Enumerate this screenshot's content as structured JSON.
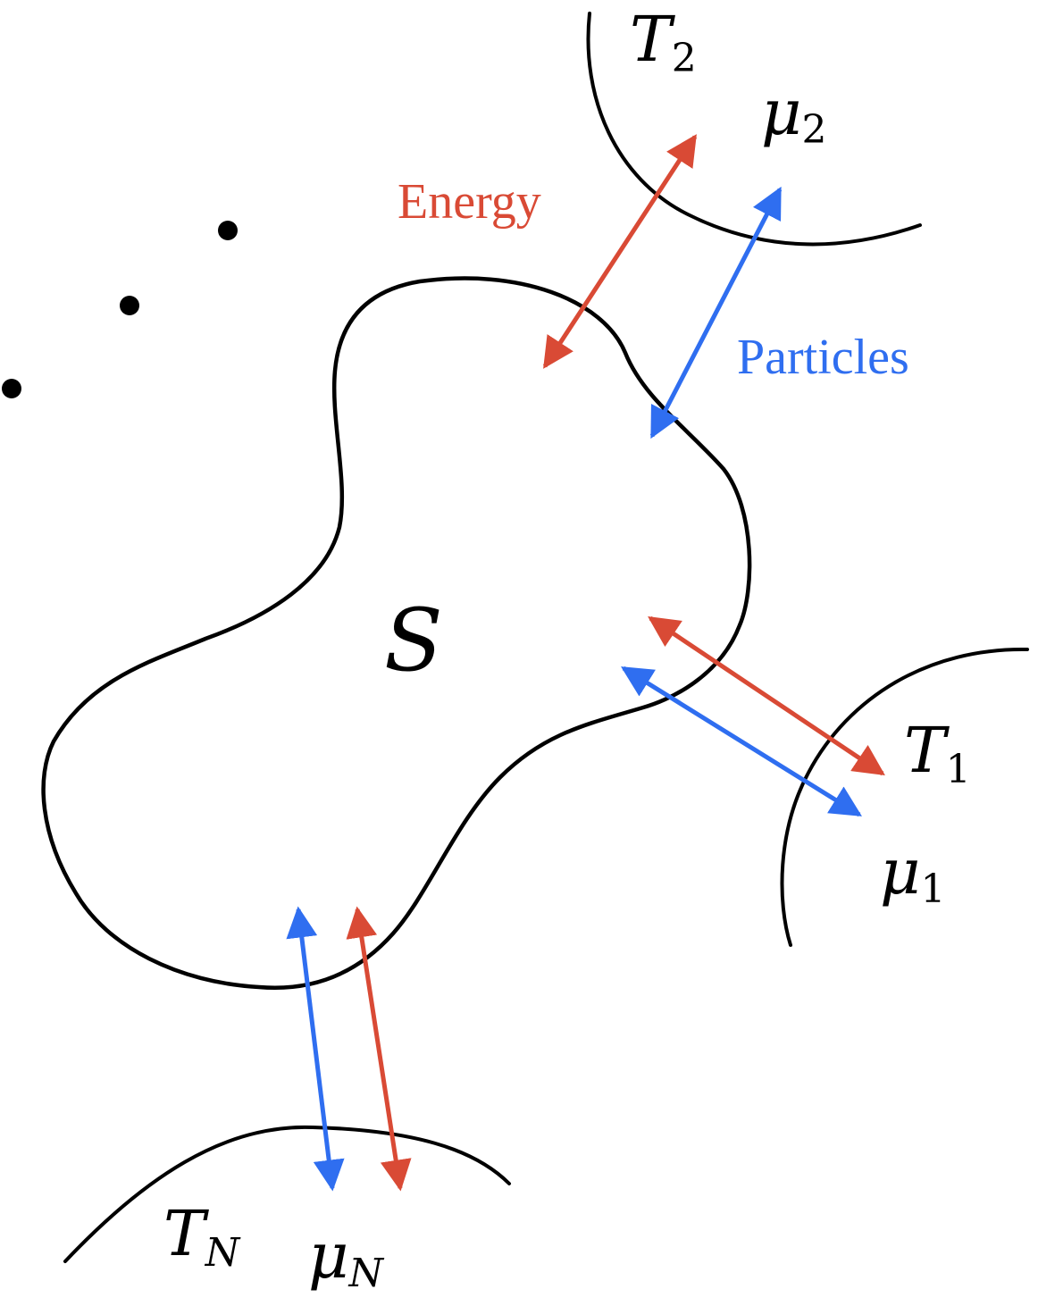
{
  "system": {
    "symbol": "S"
  },
  "legend": {
    "energy": "Energy",
    "particles": "Particles"
  },
  "colors": {
    "energy": "#d94a35",
    "particles": "#2f6ef0",
    "outline": "#000000"
  },
  "reservoirs": {
    "r2": {
      "T": "T",
      "T_sub": "2",
      "mu": "μ",
      "mu_sub": "2"
    },
    "r1": {
      "T": "T",
      "T_sub": "1",
      "mu": "μ",
      "mu_sub": "1"
    },
    "rN": {
      "T": "T",
      "T_sub": "N",
      "mu": "μ",
      "mu_sub": "N"
    }
  }
}
